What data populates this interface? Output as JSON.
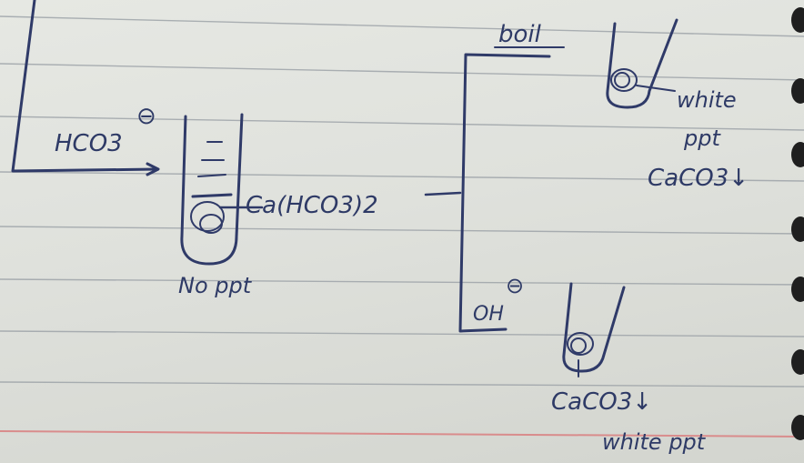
{
  "notes": {
    "ion_left": "HCO3",
    "ion_left_charge": "⊖",
    "compound_middle": "Ca(HCO3)2",
    "observation_middle": "No ppt",
    "step_top": "boil",
    "observation_top_line1": "white",
    "observation_top_line2": "ppt",
    "product_top": "CaCO3↓",
    "reagent_bottom": "OH",
    "reagent_bottom_charge": "⊖",
    "product_bottom": "CaCO3↓",
    "observation_bottom": "white ppt"
  },
  "colors": {
    "paper": "#e2e4df",
    "rule_line": "#9aa0a6",
    "margin_line": "#d98c8c",
    "ink": "#2f3a68",
    "binding_holes": "#1f1f1f"
  }
}
